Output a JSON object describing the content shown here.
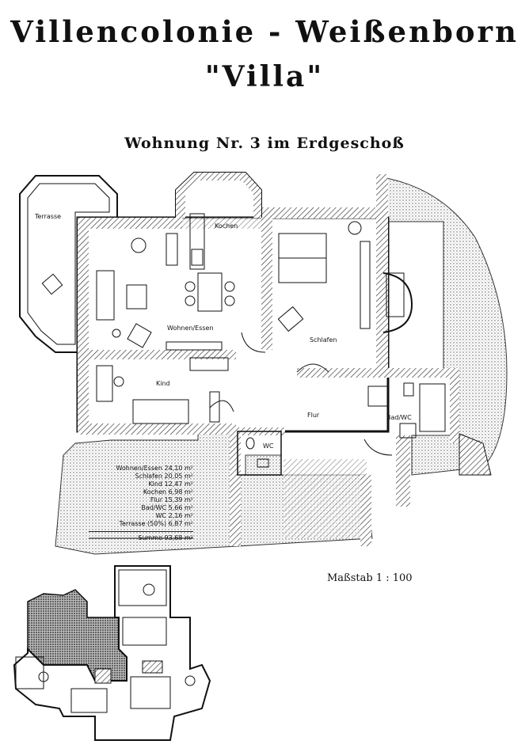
{
  "document": {
    "title": "Villencolonie - Weißenborn",
    "subtitle": "\"Villa\"",
    "unit_heading": "Wohnung Nr. 3 im Erdgeschoß",
    "scale": "Maßstab 1 : 100"
  },
  "rooms": {
    "terrasse": "Terrasse",
    "kochen": "Kochen",
    "wohnen": "Wohnen/Essen",
    "schlafen": "Schlafen",
    "kind": "Kind",
    "flur": "Flur",
    "bad": "Bad/WC",
    "wc": "WC"
  },
  "areas": [
    {
      "room": "Wohnen/Essen",
      "value": "24,10 m²"
    },
    {
      "room": "Schlafen",
      "value": "20,05 m²"
    },
    {
      "room": "Kind",
      "value": "12,47 m²"
    },
    {
      "room": "Kochen",
      "value": "6,98 m²"
    },
    {
      "room": "Flur",
      "value": "15,39 m²"
    },
    {
      "room": "Bad/WC",
      "value": "5,66 m²"
    },
    {
      "room": "WC",
      "value": "2,16 m²"
    },
    {
      "room": "Terrasse (50%)",
      "value": "6,87 m²"
    }
  ],
  "sum": {
    "label": "Summe",
    "value": "93,68 m²"
  }
}
